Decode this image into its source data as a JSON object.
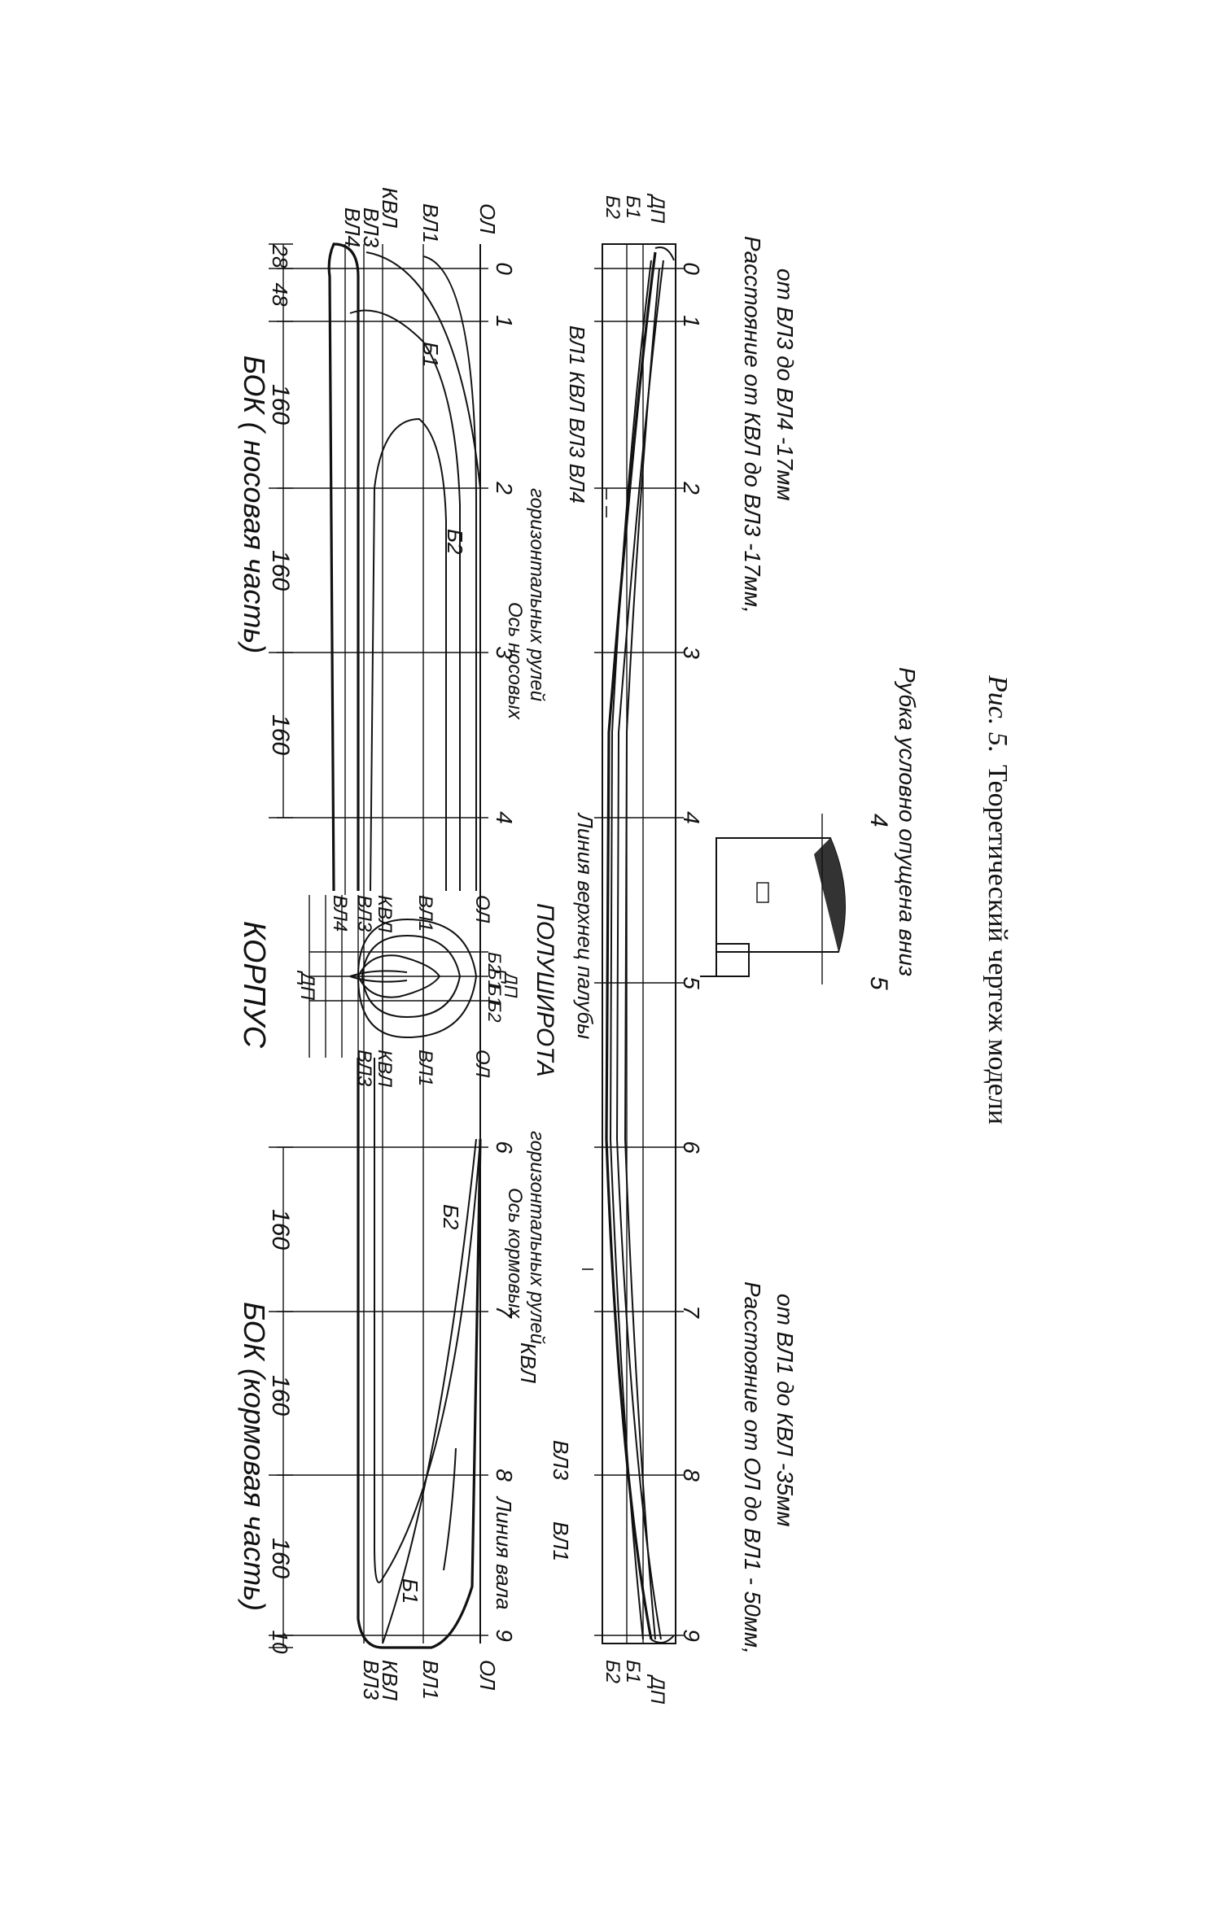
{
  "stern_section": {
    "title": "БОК (кормовая часть)",
    "dims": [
      "10",
      "160",
      "160",
      "160"
    ],
    "stations": [
      "6",
      "7",
      "8",
      "9"
    ],
    "left_labels": [
      "ВЛ3",
      "КВЛ",
      "ВЛ1",
      "ОЛ"
    ],
    "b1": "Б1",
    "b2": "Б2",
    "shaft_label": "Линия вала",
    "rudder_axis": [
      "Ось кормовых",
      "горизонтальных рулей"
    ]
  },
  "body_section": {
    "title": "КОРПУС",
    "dp": "ДП",
    "right_wl": [
      "ВЛ4",
      "ВЛ3",
      "КВЛ",
      "ВЛ1",
      "ОЛ"
    ],
    "left_wl": [
      "ВЛ3",
      "КВЛ",
      "ВЛ1",
      "ОЛ"
    ],
    "buttocks": [
      "Б2",
      "Б1",
      "Б1",
      "Б2"
    ],
    "dp_bottom": "ДП"
  },
  "bow_section": {
    "title": "БОК ( носовая часть)",
    "dims": [
      "160",
      "160",
      "160",
      "48",
      "28"
    ],
    "stations": [
      "4",
      "3",
      "2",
      "1",
      "0"
    ],
    "right_labels": [
      "ВЛ4",
      "ВЛ3",
      "КВЛ",
      "ВЛ1",
      "ОЛ"
    ],
    "b1": "Б1",
    "b2": "Б2",
    "rudder_axis": [
      "Ось носовых",
      "горизонтальных рулей"
    ]
  },
  "halfbreadth": {
    "title": "ПОЛУШИРОТА",
    "deck_edge": "Линия верхнец палубы",
    "stations": [
      "9",
      "8",
      "7",
      "6",
      "5",
      "4",
      "3",
      "2",
      "1",
      "0"
    ],
    "left_labels": [
      "Б2",
      "Б1",
      "ДП"
    ],
    "right_labels": [
      "Б2",
      "Б1",
      "ДП"
    ],
    "stern_wl": [
      "КВЛ",
      "ВЛ3",
      "ВЛ1"
    ],
    "bow_wl": "ВЛ1 КВЛ ВЛ3 ВЛ4"
  },
  "notes": {
    "stern": [
      "Расстояние от ОЛ до ВЛ1 - 50мм,",
      "от ВЛ1 до КВЛ -35мм"
    ],
    "bow": [
      "Расстояние от КВЛ до ВЛ3 -17мм,",
      "от ВЛ3 до ВЛ4 -17мм"
    ]
  },
  "conning_tower": {
    "note": "Рубка условно опущена вниз",
    "station_4": "4",
    "station_5": "5"
  },
  "caption": {
    "prefix": "Рис. 5.",
    "text": "Теоретический чертеж модели"
  }
}
